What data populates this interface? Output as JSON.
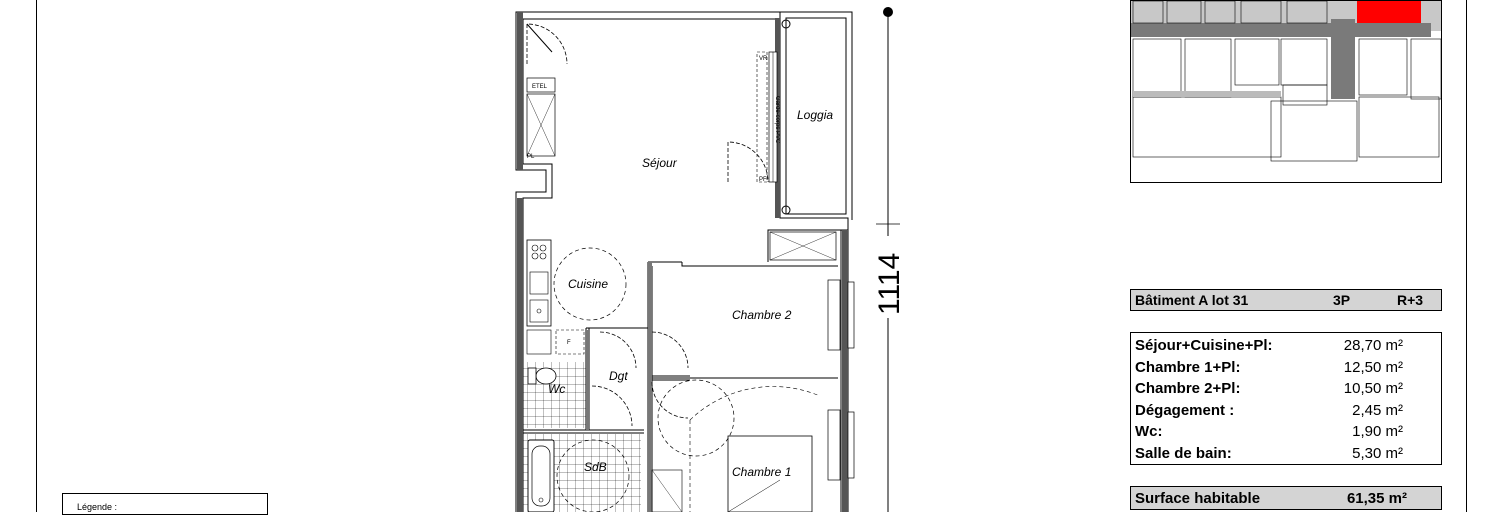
{
  "plan": {
    "rooms": {
      "sejour": "Séjour",
      "loggia": "Loggia",
      "cuisine": "Cuisine",
      "chambre2": "Chambre 2",
      "chambre1": "Chambre 1",
      "dgt": "Dgt",
      "wc": "Wc",
      "sdb": "SdB"
    },
    "small_labels": {
      "etel": "ETEL",
      "pl": "PL",
      "vr": "VR",
      "pf": "PF",
      "f": "F",
      "garde_corps": "Garde-corps PVC"
    },
    "dimension": "1114"
  },
  "legend": {
    "title": "Légende :"
  },
  "lot_header": {
    "building": "Bâtiment A lot 31",
    "type": "3P",
    "floor": "R+3"
  },
  "surfaces": [
    {
      "label": "Séjour+Cuisine+Pl:",
      "value": "28,70 m²"
    },
    {
      "label": "Chambre 1+Pl:",
      "value": "12,50 m²"
    },
    {
      "label": "Chambre 2+Pl:",
      "value": "10,50 m²"
    },
    {
      "label": "Dégagement :",
      "value": "2,45 m²"
    },
    {
      "label": "Wc:",
      "value": "1,90 m²"
    },
    {
      "label": "Salle de bain:",
      "value": "5,30 m²"
    }
  ],
  "total": {
    "label": "Surface habitable",
    "value": "61,35 m²"
  },
  "colors": {
    "highlight": "#ff0000",
    "header_bg": "#d4d4d4",
    "minimap_hatch": "#7a7a7a"
  }
}
